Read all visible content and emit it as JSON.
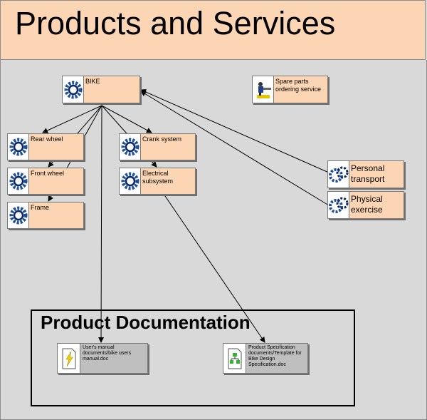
{
  "title": "Products and Services",
  "nodes": {
    "bike": "BIKE",
    "spare_parts": "Spare parts ordering service",
    "rear_wheel": "Rear wheel",
    "front_wheel": "Front wheel",
    "frame": "Frame",
    "crank": "Crank system",
    "electrical": "Electrical subsystem",
    "personal_transport": "Personal transport",
    "physical_exercise": "Physical exercise"
  },
  "documentation": {
    "title": "Product Documentation",
    "users_manual": "User's manual documents/bike users manual.doc",
    "product_spec": "Product Specification documents/Template for Bike Design Specification.doc"
  },
  "colors": {
    "node_fill": "#fcd5b4",
    "doc_fill": "#bfbfbf",
    "canvas": "#d9d9d9"
  },
  "icons": {
    "product": "gear-icon",
    "service": "person-workbench-icon",
    "doc_word": "word-document-icon",
    "doc_spec": "org-chart-document-icon"
  }
}
